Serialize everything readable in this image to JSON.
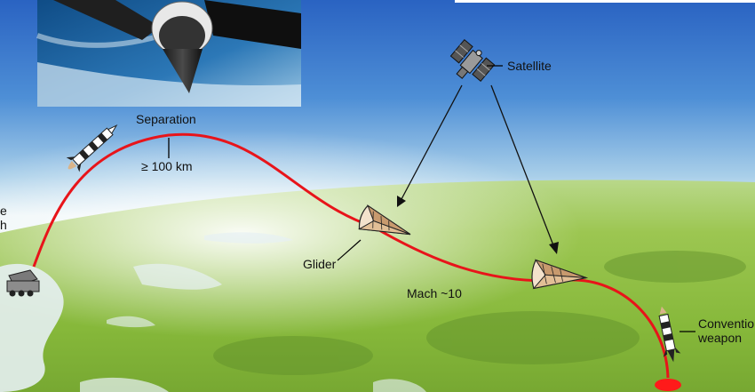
{
  "labels": {
    "separation": "Separation",
    "altitude": "≥ 100 km",
    "satellite": "Satellite",
    "glider": "Glider",
    "speed": "Mach ~10",
    "launch_partial_1": "e",
    "launch_partial_2": "h",
    "weapon_partial_1": "Conventio",
    "weapon_partial_2": "weapon"
  },
  "colors": {
    "trajectory": "#e8141a",
    "sky_top": "#2a6fc8",
    "horizon": "#eef6f8",
    "ground": "#8fbf3c",
    "target": "#ff1a1a"
  },
  "icons": [
    "rocket-icon",
    "satellite-icon",
    "glider-icon",
    "launcher-vehicle-icon",
    "weapon-icon",
    "target-marker-icon"
  ]
}
